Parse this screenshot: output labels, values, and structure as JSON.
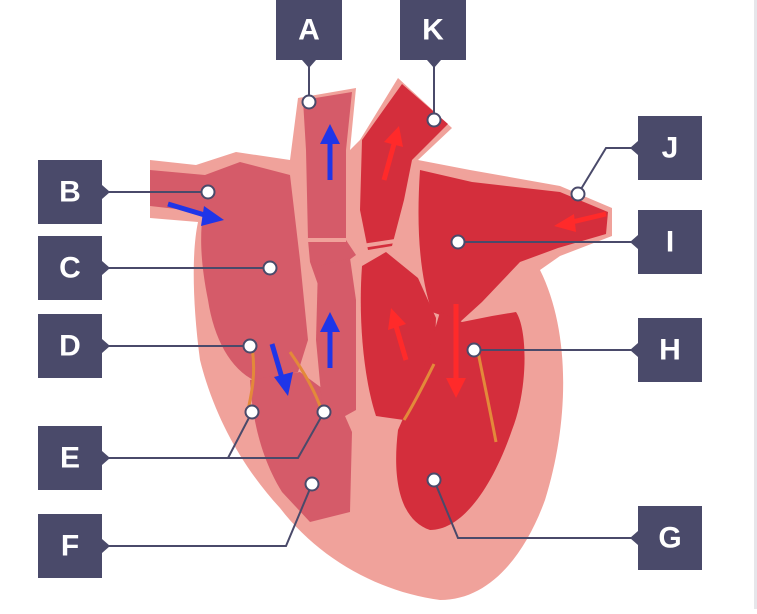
{
  "labels": {
    "A": "A",
    "B": "B",
    "C": "C",
    "D": "D",
    "E": "E",
    "F": "F",
    "G": "G",
    "H": "H",
    "I": "I",
    "J": "J",
    "K": "K"
  },
  "colors": {
    "label_box": "#4a4a6a",
    "leader_line": "#4a4a6a",
    "outer_muscle": "#f0a29b",
    "deoxygenated_side": "#d55b69",
    "oxygenated_side": "#d42e3c",
    "valve": "#e3893a",
    "arrow_deoxygenated": "#1f35e8",
    "arrow_oxygenated": "#ff2a2a"
  }
}
